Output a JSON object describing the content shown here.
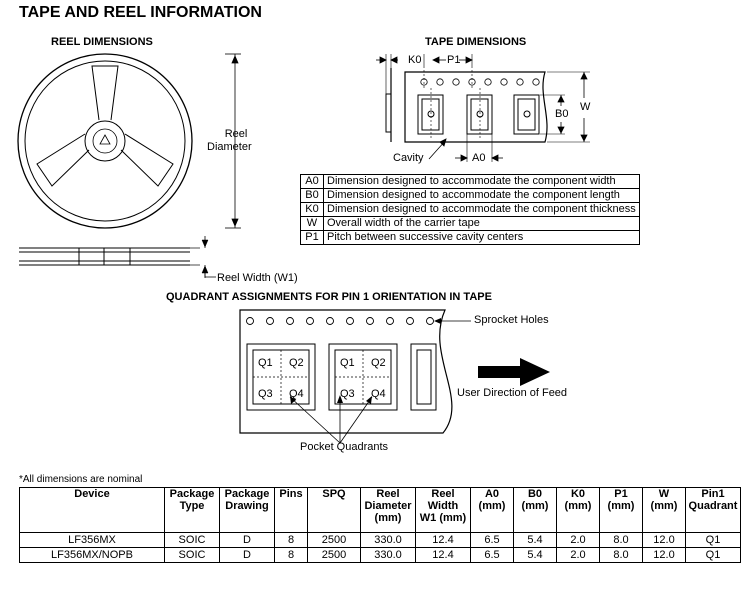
{
  "title": "TAPE AND REEL INFORMATION",
  "reel": {
    "heading": "REEL DIMENSIONS",
    "diameter_label_1": "Reel",
    "diameter_label_2": "Diameter",
    "width_label": "Reel Width (W1)"
  },
  "tape": {
    "heading": "TAPE DIMENSIONS",
    "k0": "K0",
    "p1": "P1",
    "b0": "B0",
    "w": "W",
    "a0": "A0",
    "cavity": "Cavity"
  },
  "legend": [
    {
      "key": "A0",
      "desc": "Dimension designed to accommodate the component width"
    },
    {
      "key": "B0",
      "desc": "Dimension designed to accommodate the component length"
    },
    {
      "key": "K0",
      "desc": "Dimension designed to accommodate the component thickness"
    },
    {
      "key": "W",
      "desc": "Overall width of the carrier tape"
    },
    {
      "key": "P1",
      "desc": "Pitch between successive cavity centers"
    }
  ],
  "quadrant": {
    "heading": "QUADRANT ASSIGNMENTS FOR PIN 1 ORIENTATION IN TAPE",
    "sprocket_label": "Sprocket Holes",
    "feed_label": "User Direction of Feed",
    "pocket_label": "Pocket Quadrants",
    "q1": "Q1",
    "q2": "Q2",
    "q3": "Q3",
    "q4": "Q4"
  },
  "note": "*All dimensions are nominal",
  "table": {
    "headers": [
      [
        "Device"
      ],
      [
        "Package",
        "Type"
      ],
      [
        "Package",
        "Drawing"
      ],
      [
        "Pins"
      ],
      [
        "SPQ"
      ],
      [
        "Reel",
        "Diameter",
        "(mm)"
      ],
      [
        "Reel",
        "Width",
        "W1 (mm)"
      ],
      [
        "A0",
        "(mm)"
      ],
      [
        "B0",
        "(mm)"
      ],
      [
        "K0",
        "(mm)"
      ],
      [
        "P1",
        "(mm)"
      ],
      [
        "W",
        "(mm)"
      ],
      [
        "Pin1",
        "Quadrant"
      ]
    ],
    "rows": [
      [
        "LF356MX",
        "SOIC",
        "D",
        "8",
        "2500",
        "330.0",
        "12.4",
        "6.5",
        "5.4",
        "2.0",
        "8.0",
        "12.0",
        "Q1"
      ],
      [
        "LF356MX/NOPB",
        "SOIC",
        "D",
        "8",
        "2500",
        "330.0",
        "12.4",
        "6.5",
        "5.4",
        "2.0",
        "8.0",
        "12.0",
        "Q1"
      ]
    ]
  }
}
